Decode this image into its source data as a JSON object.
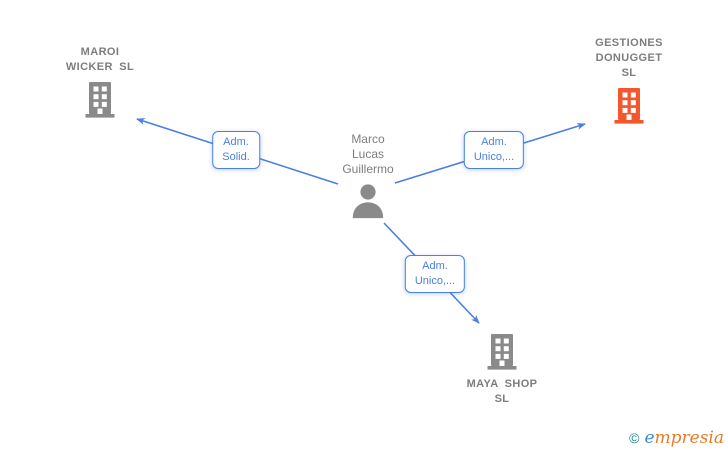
{
  "diagram": {
    "person": {
      "name": "Marco Lucas Guillermo",
      "lines": [
        "Marco",
        "Lucas",
        "Guillermo"
      ]
    },
    "companies": [
      {
        "id": "maroi-wicker-sl",
        "name": "MAROI WICKER SL",
        "lines": [
          "MAROI",
          "WICKER SL"
        ],
        "icon_color": "#8a8a8a"
      },
      {
        "id": "gestiones-donugget-sl",
        "name": "GESTIONES DONUGGET SL",
        "lines": [
          "GESTIONES",
          "DONUGGET",
          "SL"
        ],
        "icon_color": "#f4562e"
      },
      {
        "id": "maya-shop-sl",
        "name": "MAYA SHOP SL",
        "lines": [
          "MAYA SHOP",
          "SL"
        ],
        "icon_color": "#8a8a8a"
      }
    ],
    "edges": [
      {
        "from": "Marco Lucas Guillermo",
        "to": "MAROI WICKER SL",
        "label": "Adm. Solid.",
        "label_lines": [
          "Adm.",
          "Solid."
        ]
      },
      {
        "from": "Marco Lucas Guillermo",
        "to": "GESTIONES DONUGGET SL",
        "label": "Adm. Unico,...",
        "label_lines": [
          "Adm.",
          "Unico,..."
        ]
      },
      {
        "from": "Marco Lucas Guillermo",
        "to": "MAYA SHOP SL",
        "label": "Adm. Unico,...",
        "label_lines": [
          "Adm.",
          "Unico,..."
        ]
      }
    ],
    "colors": {
      "edge_blue": "#4a7fe4",
      "label_text_blue": "#4a7fe4",
      "node_text_gray": "#7d7d7d",
      "icon_gray": "#8a8a8a",
      "icon_orange": "#f4562e"
    }
  },
  "watermark": {
    "symbol": "©",
    "brand_first": "e",
    "brand_rest": "mpresia",
    "brand": "empresia"
  }
}
